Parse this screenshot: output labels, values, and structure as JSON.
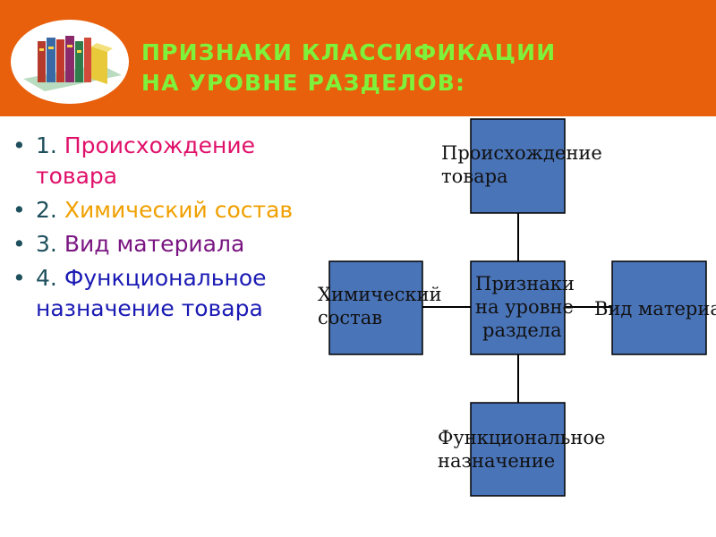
{
  "header": {
    "title_line1": "ПРИЗНАКИ КЛАССИФИКАЦИИ",
    "title_line2": "НА УРОВНЕ РАЗДЕЛОВ:",
    "background_color": "#e8600c",
    "title_color": "#7ef23a",
    "logo_icon": "books-icon"
  },
  "bullets": [
    {
      "number": "1.",
      "text": "Происхождение товара",
      "color": "#e0106a"
    },
    {
      "number": "2.",
      "text": "Химический состав",
      "color": "#f0a000"
    },
    {
      "number": "3.",
      "text": "Вид материала",
      "color": "#7a1682"
    },
    {
      "number": "4.",
      "text": "Функциональное назначение товара",
      "color": "#1a1ab4"
    }
  ],
  "diagram": {
    "box_color": "#4a74b8",
    "top": {
      "line1": "Происхождение",
      "line2": "товара"
    },
    "left": {
      "line1": "Химический",
      "line2": "состав"
    },
    "center": {
      "line1": "Признаки",
      "line2": "на уровне",
      "line3": "раздела"
    },
    "right": {
      "line1": "Вид материала"
    },
    "bottom": {
      "line1": "Функциональное",
      "line2": "назначение"
    }
  }
}
